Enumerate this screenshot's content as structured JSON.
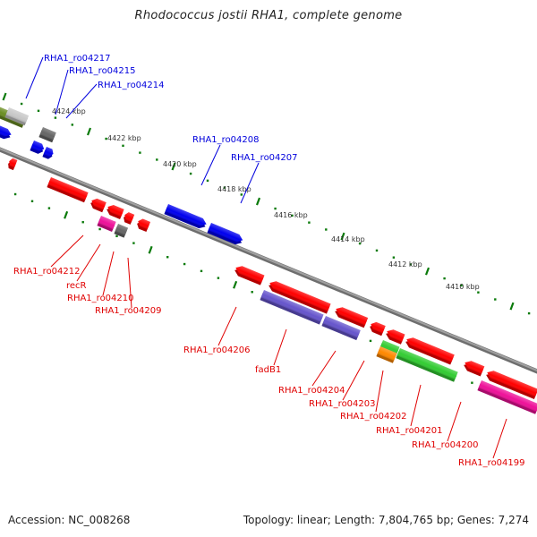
{
  "title": "Rhodococcus jostii RHA1, complete genome",
  "footer": {
    "accession": "Accession: NC_008268",
    "summary": "Topology: linear; Length: 7,804,765 bp; Genes: 7,274"
  },
  "colors": {
    "backbone": "#888888",
    "ticks": "#0a7a0a",
    "tick_label": "#333333",
    "forward_label": "#0000dd",
    "reverse_label": "#e00000"
  },
  "ruler": {
    "labels": [
      "4424 kbp",
      "4422 kbp",
      "4420 kbp",
      "4418 kbp",
      "4416 kbp",
      "4414 kbp",
      "4412 kbp",
      "4410 kbp"
    ]
  },
  "forward_genes": [
    {
      "name": "RHA1_ro04217",
      "color": "#c8c8c8"
    },
    {
      "name": "RHA1_ro04215",
      "color": "#666666"
    },
    {
      "name": "RHA1_ro04214",
      "color": "#0000ee"
    },
    {
      "name": "RHA1_ro04208",
      "color": "#0000ee"
    },
    {
      "name": "RHA1_ro04207",
      "color": "#0000ee"
    }
  ],
  "reverse_genes": [
    {
      "name": "RHA1_ro04212",
      "color": "#ff0000"
    },
    {
      "name": "recR",
      "color": "#ff0000"
    },
    {
      "name": "RHA1_ro04210",
      "color": "#ee1199"
    },
    {
      "name": "RHA1_ro04209",
      "color": "#666666"
    },
    {
      "name": "RHA1_ro04206",
      "color": "#ff0000"
    },
    {
      "name": "fadB1",
      "color": "#6655cc"
    },
    {
      "name": "RHA1_ro04204",
      "color": "#6655cc"
    },
    {
      "name": "RHA1_ro04203",
      "color": "#ff0000"
    },
    {
      "name": "RHA1_ro04202",
      "color": "#ff8800"
    },
    {
      "name": "RHA1_ro04201",
      "color": "#33cc33"
    },
    {
      "name": "RHA1_ro04200",
      "color": "#ff0000"
    },
    {
      "name": "RHA1_ro04199",
      "color": "#ee1199"
    }
  ]
}
